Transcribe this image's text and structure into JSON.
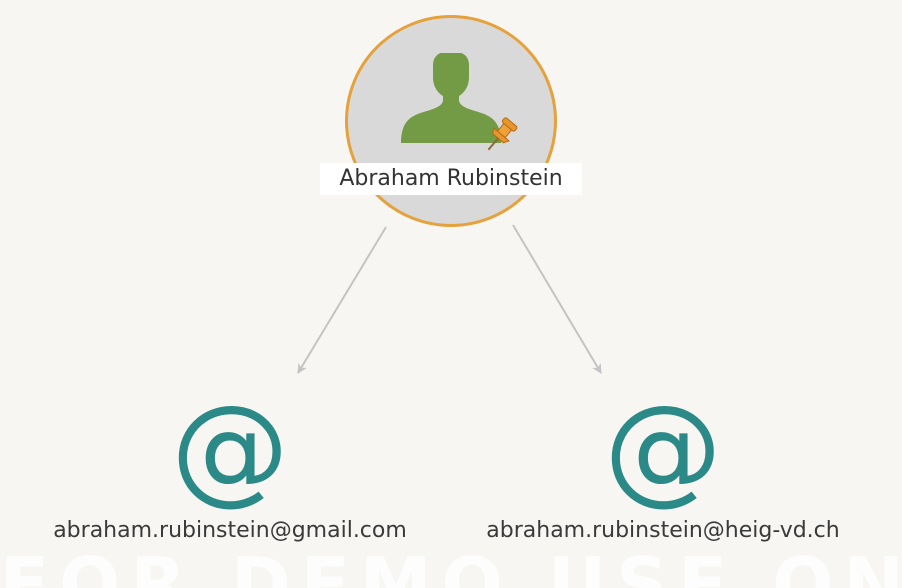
{
  "person": {
    "name": "Abraham Rubinstein",
    "icon": "person-icon",
    "pin_icon": "pin-icon",
    "ring_color": "#e5a23c",
    "icon_color": "#739a44"
  },
  "emails": [
    {
      "address": "abraham.rubinstein@gmail.com",
      "icon": "at-icon"
    },
    {
      "address": "abraham.rubinstein@heig-vd.ch",
      "icon": "at-icon"
    }
  ],
  "at_symbol": "@",
  "at_color": "#2b8a87",
  "edge_color": "#c4c4c4",
  "watermark": "FOR DEMO USE ONLY"
}
